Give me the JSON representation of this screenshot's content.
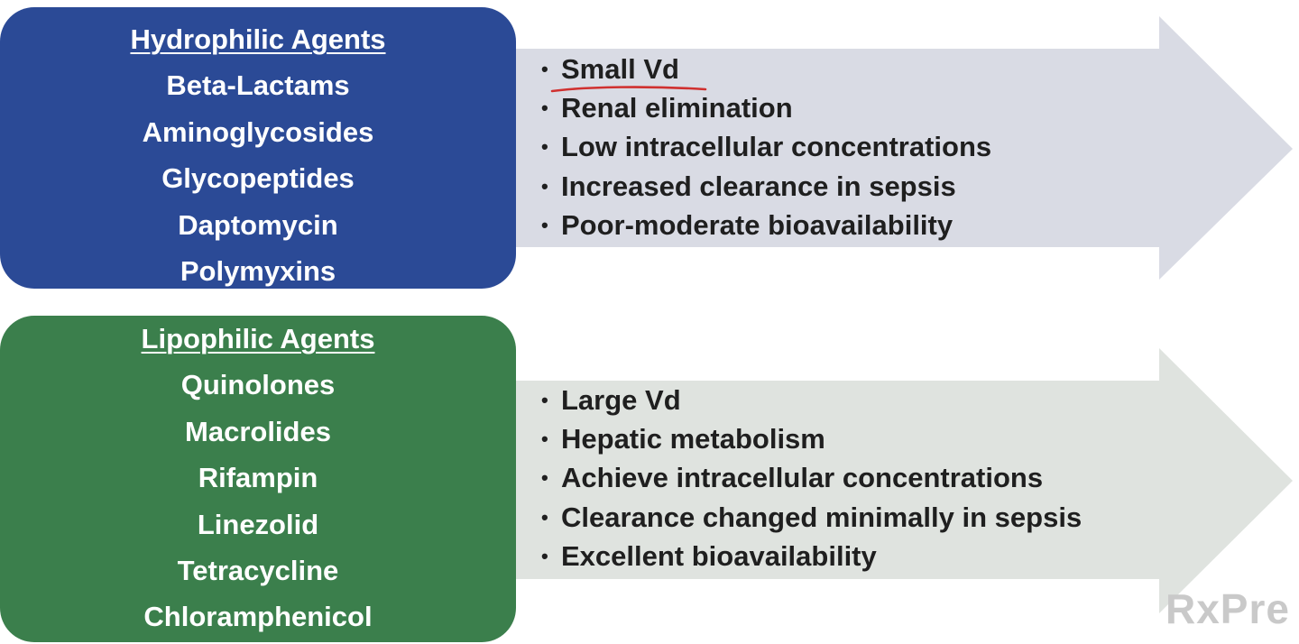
{
  "colors": {
    "hydrophilic_box": "#2b4a96",
    "lipophilic_box": "#3b7f4c",
    "hydrophilic_arrow": "#d9dbe4",
    "lipophilic_arrow": "#dfe3df",
    "annotation_underline": "#d0302f"
  },
  "hydrophilic": {
    "heading": "Hydrophilic Agents",
    "agents": [
      "Beta-Lactams",
      "Aminoglycosides",
      "Glycopeptides",
      "Daptomycin",
      "Polymyxins"
    ],
    "properties": [
      "Small Vd",
      "Renal elimination",
      "Low intracellular concentrations",
      "Increased clearance in sepsis",
      "Poor-moderate bioavailability"
    ]
  },
  "lipophilic": {
    "heading": "Lipophilic Agents",
    "agents": [
      "Quinolones",
      "Macrolides",
      "Rifampin",
      "Linezolid",
      "Tetracycline",
      "Chloramphenicol"
    ],
    "properties": [
      "Large Vd",
      "Hepatic metabolism",
      "Achieve intracellular concentrations",
      "Clearance changed minimally in sepsis",
      "Excellent bioavailability"
    ]
  },
  "bullet_glyph": "•",
  "watermark": "RxPre"
}
